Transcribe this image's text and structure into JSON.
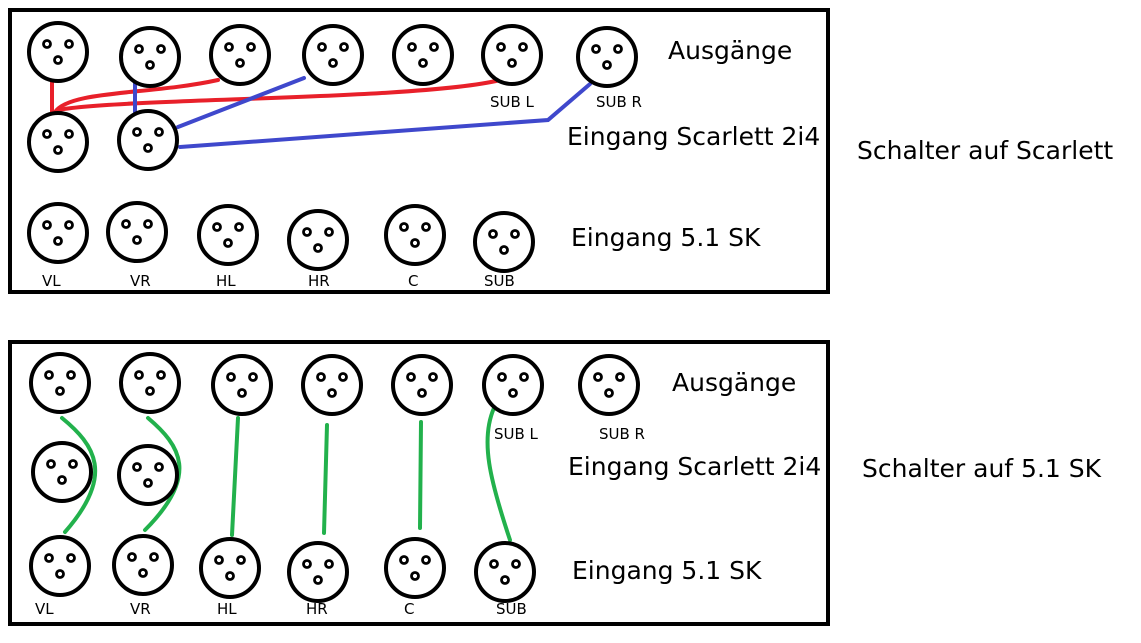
{
  "panels": [
    {
      "outputs_label": "Ausgänge",
      "scarlett_label": "Eingang Scarlett 2i4",
      "sk_label": "Eingang 5.1 SK",
      "sub_l": "SUB L",
      "sub_r": "SUB R",
      "channels": [
        "VL",
        "VR",
        "HL",
        "HR",
        "C",
        "SUB"
      ],
      "switch_caption": "Schalter auf Scarlett"
    },
    {
      "outputs_label": "Ausgänge",
      "scarlett_label": "Eingang Scarlett 2i4",
      "sk_label": "Eingang 5.1 SK",
      "sub_l": "SUB L",
      "sub_r": "SUB R",
      "channels": [
        "VL",
        "VR",
        "HL",
        "HR",
        "C",
        "SUB"
      ],
      "switch_caption": "Schalter auf 5.1 SK"
    }
  ],
  "colors": {
    "red": "#e8202a",
    "blue": "#3f48cc",
    "green": "#22b14c"
  }
}
